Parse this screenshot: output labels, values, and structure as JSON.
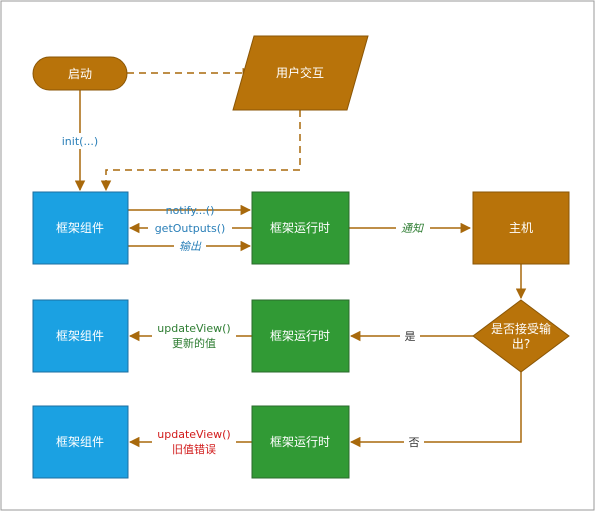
{
  "colors": {
    "orange": "#b8730a",
    "orange_stroke": "#8a5606",
    "blue": "#1ba1e2",
    "blue_stroke": "#1b6ea0",
    "green": "#319a35",
    "green_stroke": "#2a6b2c",
    "label_blue": "#2a7fb8",
    "label_green": "#2e7d32",
    "label_red": "#d11a1a",
    "label_dark": "#333333"
  },
  "nodes": {
    "start": "启动",
    "interaction": "用户交互",
    "component_1": "框架组件",
    "runtime_1": "框架运行时",
    "host": "主机",
    "decision": [
      "是否接受输",
      "出?"
    ],
    "component_2": "框架组件",
    "runtime_2": "框架运行时",
    "component_3": "框架组件",
    "runtime_3": "框架运行时"
  },
  "edges": {
    "init": "init(...)",
    "notify": "notify...()",
    "get_outputs": "getOutputs()",
    "output": "输出",
    "notify_host": "通知",
    "yes": "是",
    "no": "否",
    "update_view_ok": "updateView()",
    "new_value": "更新的值",
    "update_view_err": "updateView()",
    "old_value_error": "旧值错误"
  }
}
